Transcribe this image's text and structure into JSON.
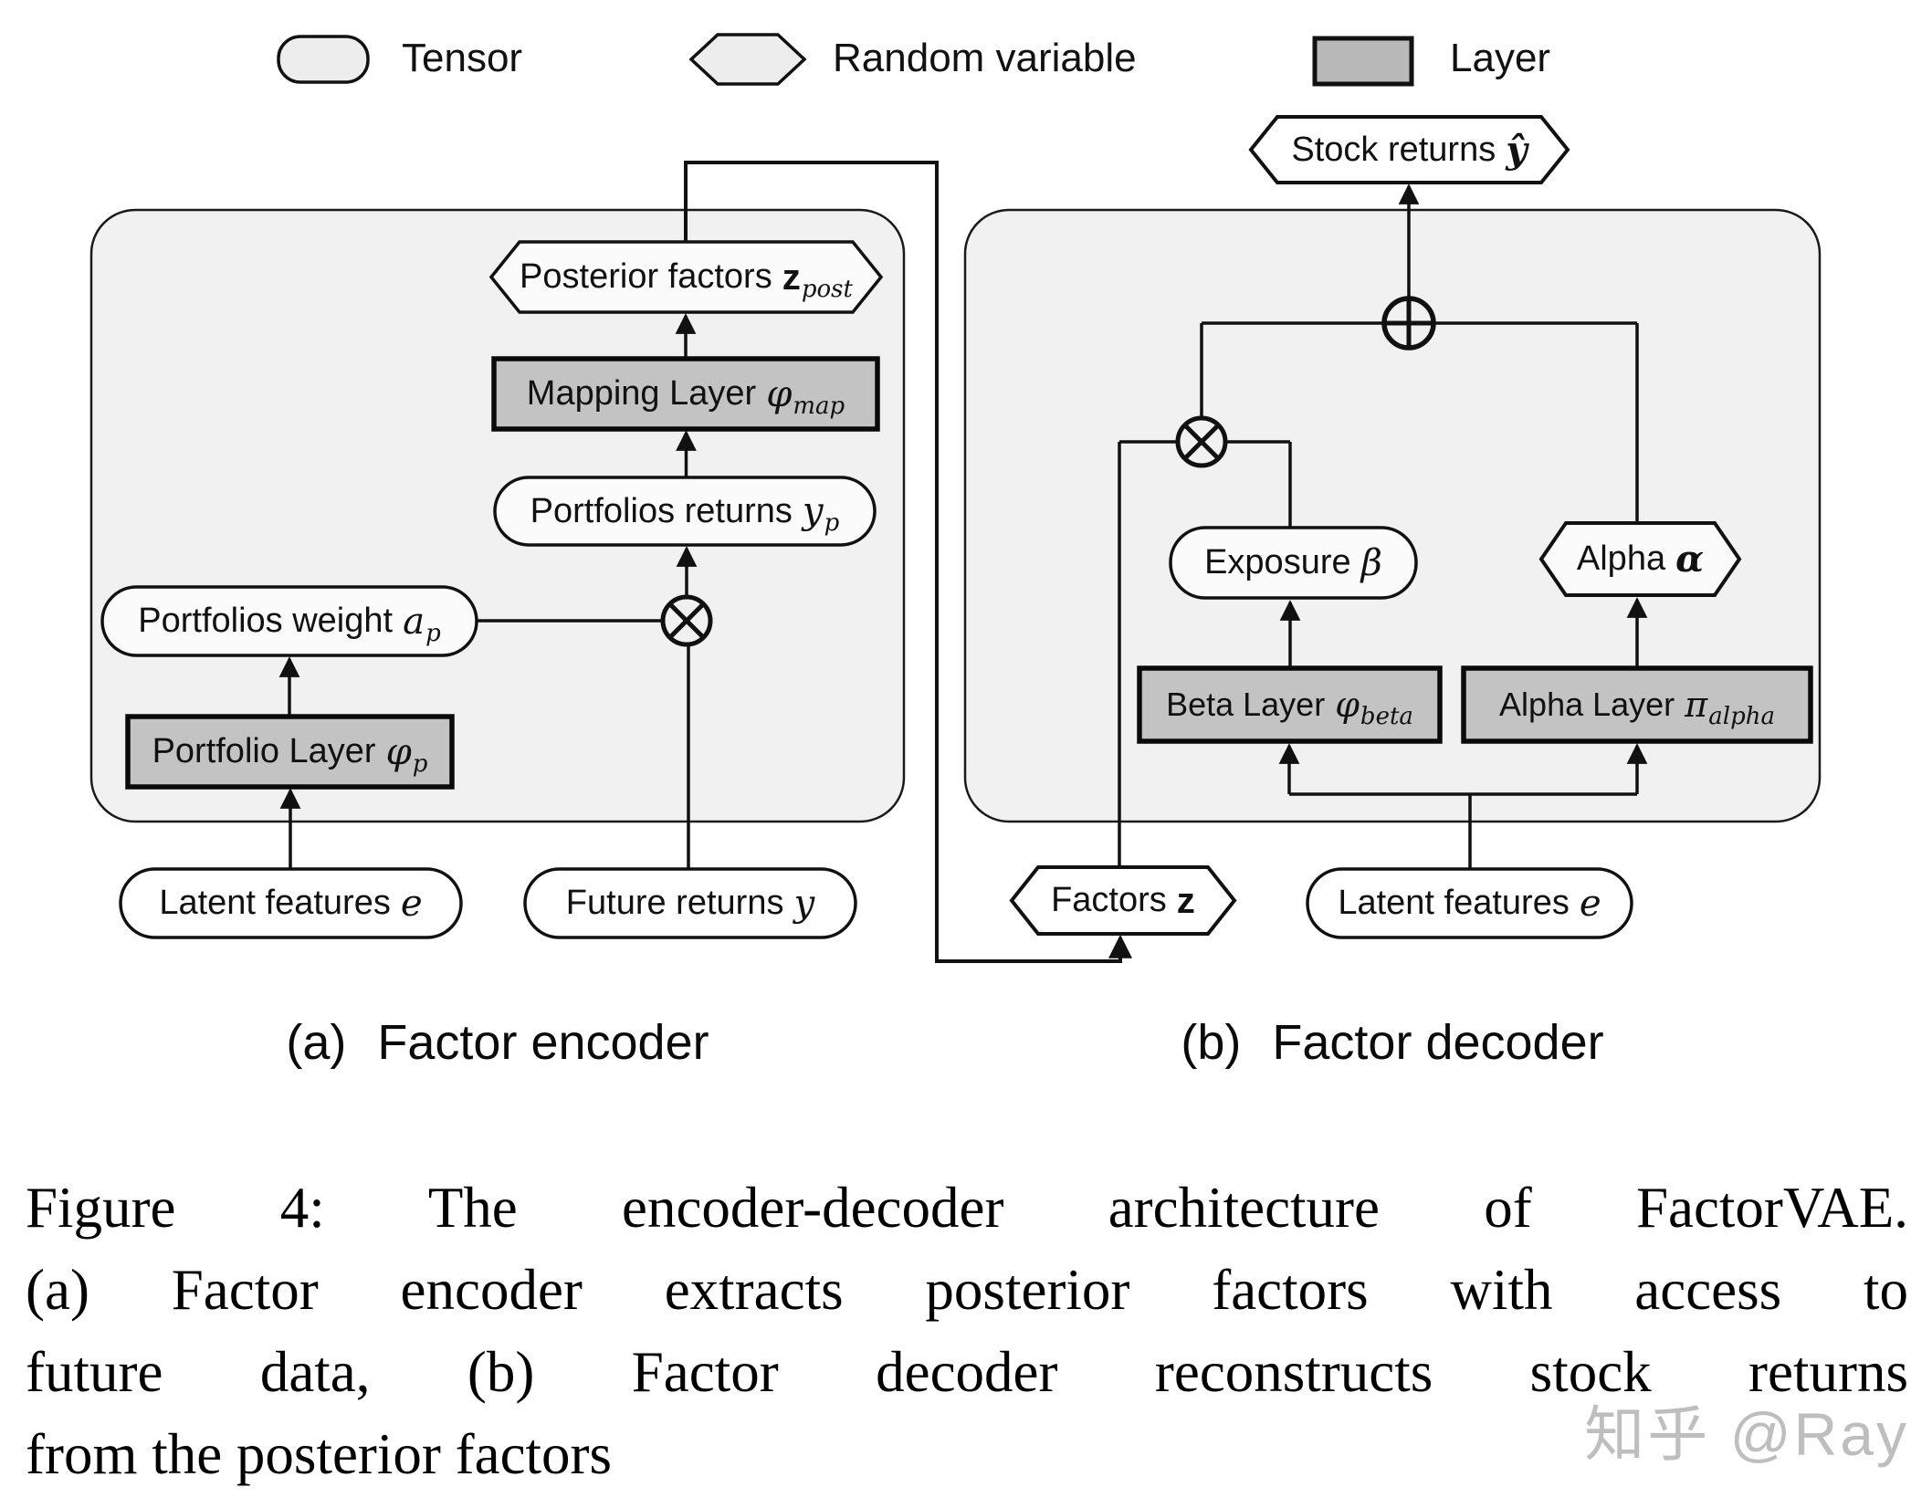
{
  "colors": {
    "panel_fill": "#f1f1f1",
    "layer_fill": "#c3c3c3",
    "legend_shape_fill": "#ededed",
    "node_fill": "#fbfbfb",
    "line": "#111111",
    "watermark_gray": "#b9b9b9"
  },
  "legend": {
    "tensor_label": "Tensor",
    "random_variable_label": "Random variable",
    "layer_label": "Layer"
  },
  "encoder": {
    "caption_prefix": "(a)",
    "caption": "Factor encoder",
    "nodes": {
      "posterior_factors": {
        "text": "Posterior factors",
        "var": "z",
        "sub": "post"
      },
      "mapping_layer": {
        "text": "Mapping Layer",
        "var": "φ",
        "sub": "map"
      },
      "portfolios_returns": {
        "text": "Portfolios returns",
        "var": "y",
        "sub": "p"
      },
      "portfolios_weight": {
        "text": "Portfolios weight",
        "var": "a",
        "sub": "p"
      },
      "portfolio_layer": {
        "text": "Portfolio Layer",
        "var": "φ",
        "sub": "p"
      },
      "latent_features": {
        "text": "Latent features",
        "var": "e"
      },
      "future_returns": {
        "text": "Future returns",
        "var": "y"
      }
    }
  },
  "decoder": {
    "caption_prefix": "(b)",
    "caption": "Factor decoder",
    "nodes": {
      "stock_returns": {
        "text": "Stock returns",
        "var": "ŷ"
      },
      "exposure": {
        "text": "Exposure",
        "var": "β"
      },
      "alpha": {
        "text": "Alpha",
        "var": "α"
      },
      "beta_layer": {
        "text": "Beta Layer",
        "var": "φ",
        "sub": "beta"
      },
      "alpha_layer": {
        "text": "Alpha Layer",
        "var": "π",
        "sub": "alpha"
      },
      "factors": {
        "text": "Factors",
        "var": "z"
      },
      "latent_features": {
        "text": "Latent features",
        "var": "e"
      }
    }
  },
  "figure_caption": {
    "line1": "Figure 4: The encoder-decoder architecture of FactorVAE.",
    "line2": "(a) Factor encoder extracts posterior factors with access to",
    "line3": "future data, (b) Factor decoder reconstructs stock returns",
    "line4": "from the posterior factors"
  },
  "watermark": "知乎 @Ray"
}
